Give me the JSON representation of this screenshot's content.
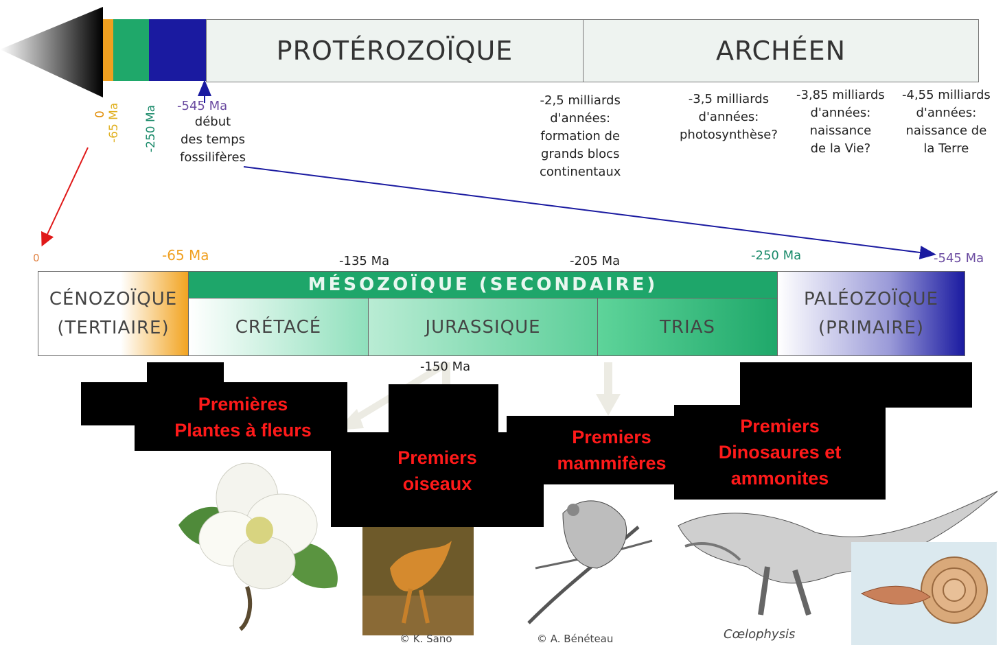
{
  "top_eons": {
    "proterozoic": "PROTÉROZOÏQUE",
    "archean": "ARCHÉEN"
  },
  "top_ticks": {
    "zero": "0",
    "ma65": "-65 Ma",
    "ma250": "-250 Ma",
    "ma545": "-545 Ma",
    "fossil_start": "début\ndes temps\nfossilifères"
  },
  "top_notes": [
    "-2,5 milliards\nd'années:\nformation de\ngrands blocs\ncontinentaux",
    "-3,5 milliards\nd'années:\nphotosynthèse?",
    "-3,85 milliards\nd'années:\nnaissance\nde la Vie?",
    "-4,55 milliards\nd'années:\nnaissance de\nla Terre"
  ],
  "detail_ticks": {
    "zero": "0",
    "ma65": "-65 Ma",
    "ma135": "-135 Ma",
    "ma205": "-205 Ma",
    "ma250": "-250 Ma",
    "ma545": "-545 Ma",
    "ma150": "-150 Ma"
  },
  "eras": {
    "cenozoic_1": "CÉNOZOÏQUE",
    "cenozoic_2": "(TERTIAIRE)",
    "mesozoic": "MÉSOZOÏQUE (SECONDAIRE)",
    "paleozoic_1": "PALÉOZOÏQUE",
    "paleozoic_2": "(PRIMAIRE)"
  },
  "periods": {
    "cretaceous": "CRÉTACÉ",
    "jurassic": "JURASSIQUE",
    "triassic": "TRIAS"
  },
  "firsts": {
    "flowers": "Premières\nPlantes à fleurs",
    "birds": "Premiers\noiseaux",
    "mammals": "Premiers\nmammifères",
    "dinos": "Premiers\nDinosaures et\nammonites"
  },
  "credits": {
    "sano": "© K. Sano",
    "beneteau": "© A. Bénéteau",
    "coelophysis": "Cœlophysis"
  },
  "colors": {
    "cenozoic": "#f0a020",
    "mesozoic": "#1fa86a",
    "paleozoic": "#1a1aa0",
    "label_red": "#ff1a1a"
  }
}
